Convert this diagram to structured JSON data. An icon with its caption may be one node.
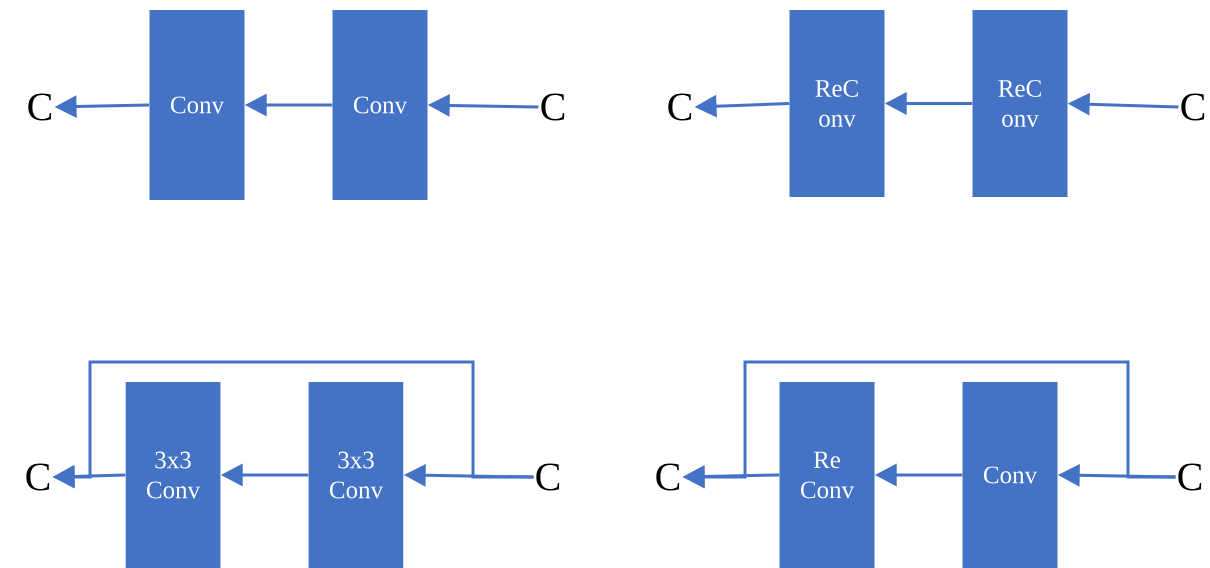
{
  "diagram": {
    "nodes": [
      {
        "text": [
          "C"
        ]
      },
      {
        "text": [
          "Conv"
        ]
      },
      {
        "text": [
          "Conv"
        ]
      },
      {
        "text": [
          "C"
        ]
      },
      {
        "text": [
          "C"
        ]
      },
      {
        "text": [
          "ReC onv"
        ]
      },
      {
        "text": [
          "ReC onv"
        ]
      },
      {
        "text": [
          "C"
        ]
      },
      {
        "text": [
          "C"
        ]
      },
      {
        "text": [
          "3x3 Conv"
        ]
      },
      {
        "text": [
          "3x3 Conv"
        ]
      },
      {
        "text": [
          "C"
        ]
      },
      {
        "text": [
          "C"
        ]
      },
      {
        "text": [
          "Re Conv"
        ]
      },
      {
        "text": [
          "Conv"
        ]
      },
      {
        "text": [
          "C"
        ]
      }
    ],
    "edges": [
      {
        "from": 3,
        "to": 2,
        "arrow": "to"
      },
      {
        "from": 2,
        "to": 1,
        "arrow": "to"
      },
      {
        "from": 1,
        "to": 0,
        "arrow": "to"
      },
      {
        "from": 7,
        "to": 6,
        "arrow": "to"
      },
      {
        "from": 6,
        "to": 5,
        "arrow": "to"
      },
      {
        "from": 5,
        "to": 4,
        "arrow": "to"
      },
      {
        "from": 11,
        "to": 10,
        "arrow": "to"
      },
      {
        "from": 10,
        "to": 9,
        "arrow": "to"
      },
      {
        "from": 9,
        "to": 8,
        "arrow": "to"
      },
      {
        "from": 11,
        "to": 8,
        "arrow": "to"
      },
      {
        "from": 15,
        "to": 14,
        "arrow": "to"
      },
      {
        "from": 14,
        "to": 13,
        "arrow": "to"
      },
      {
        "from": 13,
        "to": 12,
        "arrow": "to"
      },
      {
        "from": 15,
        "to": 12,
        "arrow": "to"
      }
    ]
  }
}
